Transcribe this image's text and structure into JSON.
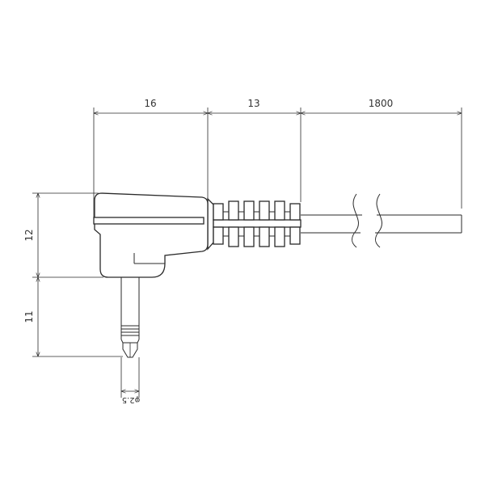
{
  "diagram": {
    "dimensions": {
      "plug_length": "16",
      "strain_relief_length": "13",
      "cable_length": "1800",
      "plug_height": "12",
      "pin_length": "11",
      "pin_diameter": "φ2.5"
    },
    "colors": {
      "line": "#2a2a2a",
      "text": "#333333",
      "background": "#ffffff"
    }
  }
}
